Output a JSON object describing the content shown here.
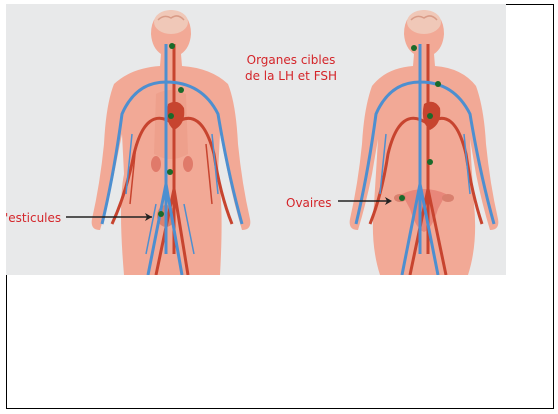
{
  "figure": {
    "title_line1": "Organes cibles",
    "title_line2": "de la LH et FSH",
    "label_male": "Testicules",
    "label_male_visible": "'esticules",
    "label_female": "Ovaires"
  },
  "colors": {
    "background": "#e8e9ea",
    "skin": "#f2a996",
    "skin_dark": "#e48d7a",
    "artery": "#c7442f",
    "vein": "#4d8fd0",
    "label_text": "#d4252a",
    "target_dot": "#1a6a2a"
  },
  "icons": [
    "male-body-illustration",
    "female-body-illustration",
    "arrow-icon"
  ]
}
